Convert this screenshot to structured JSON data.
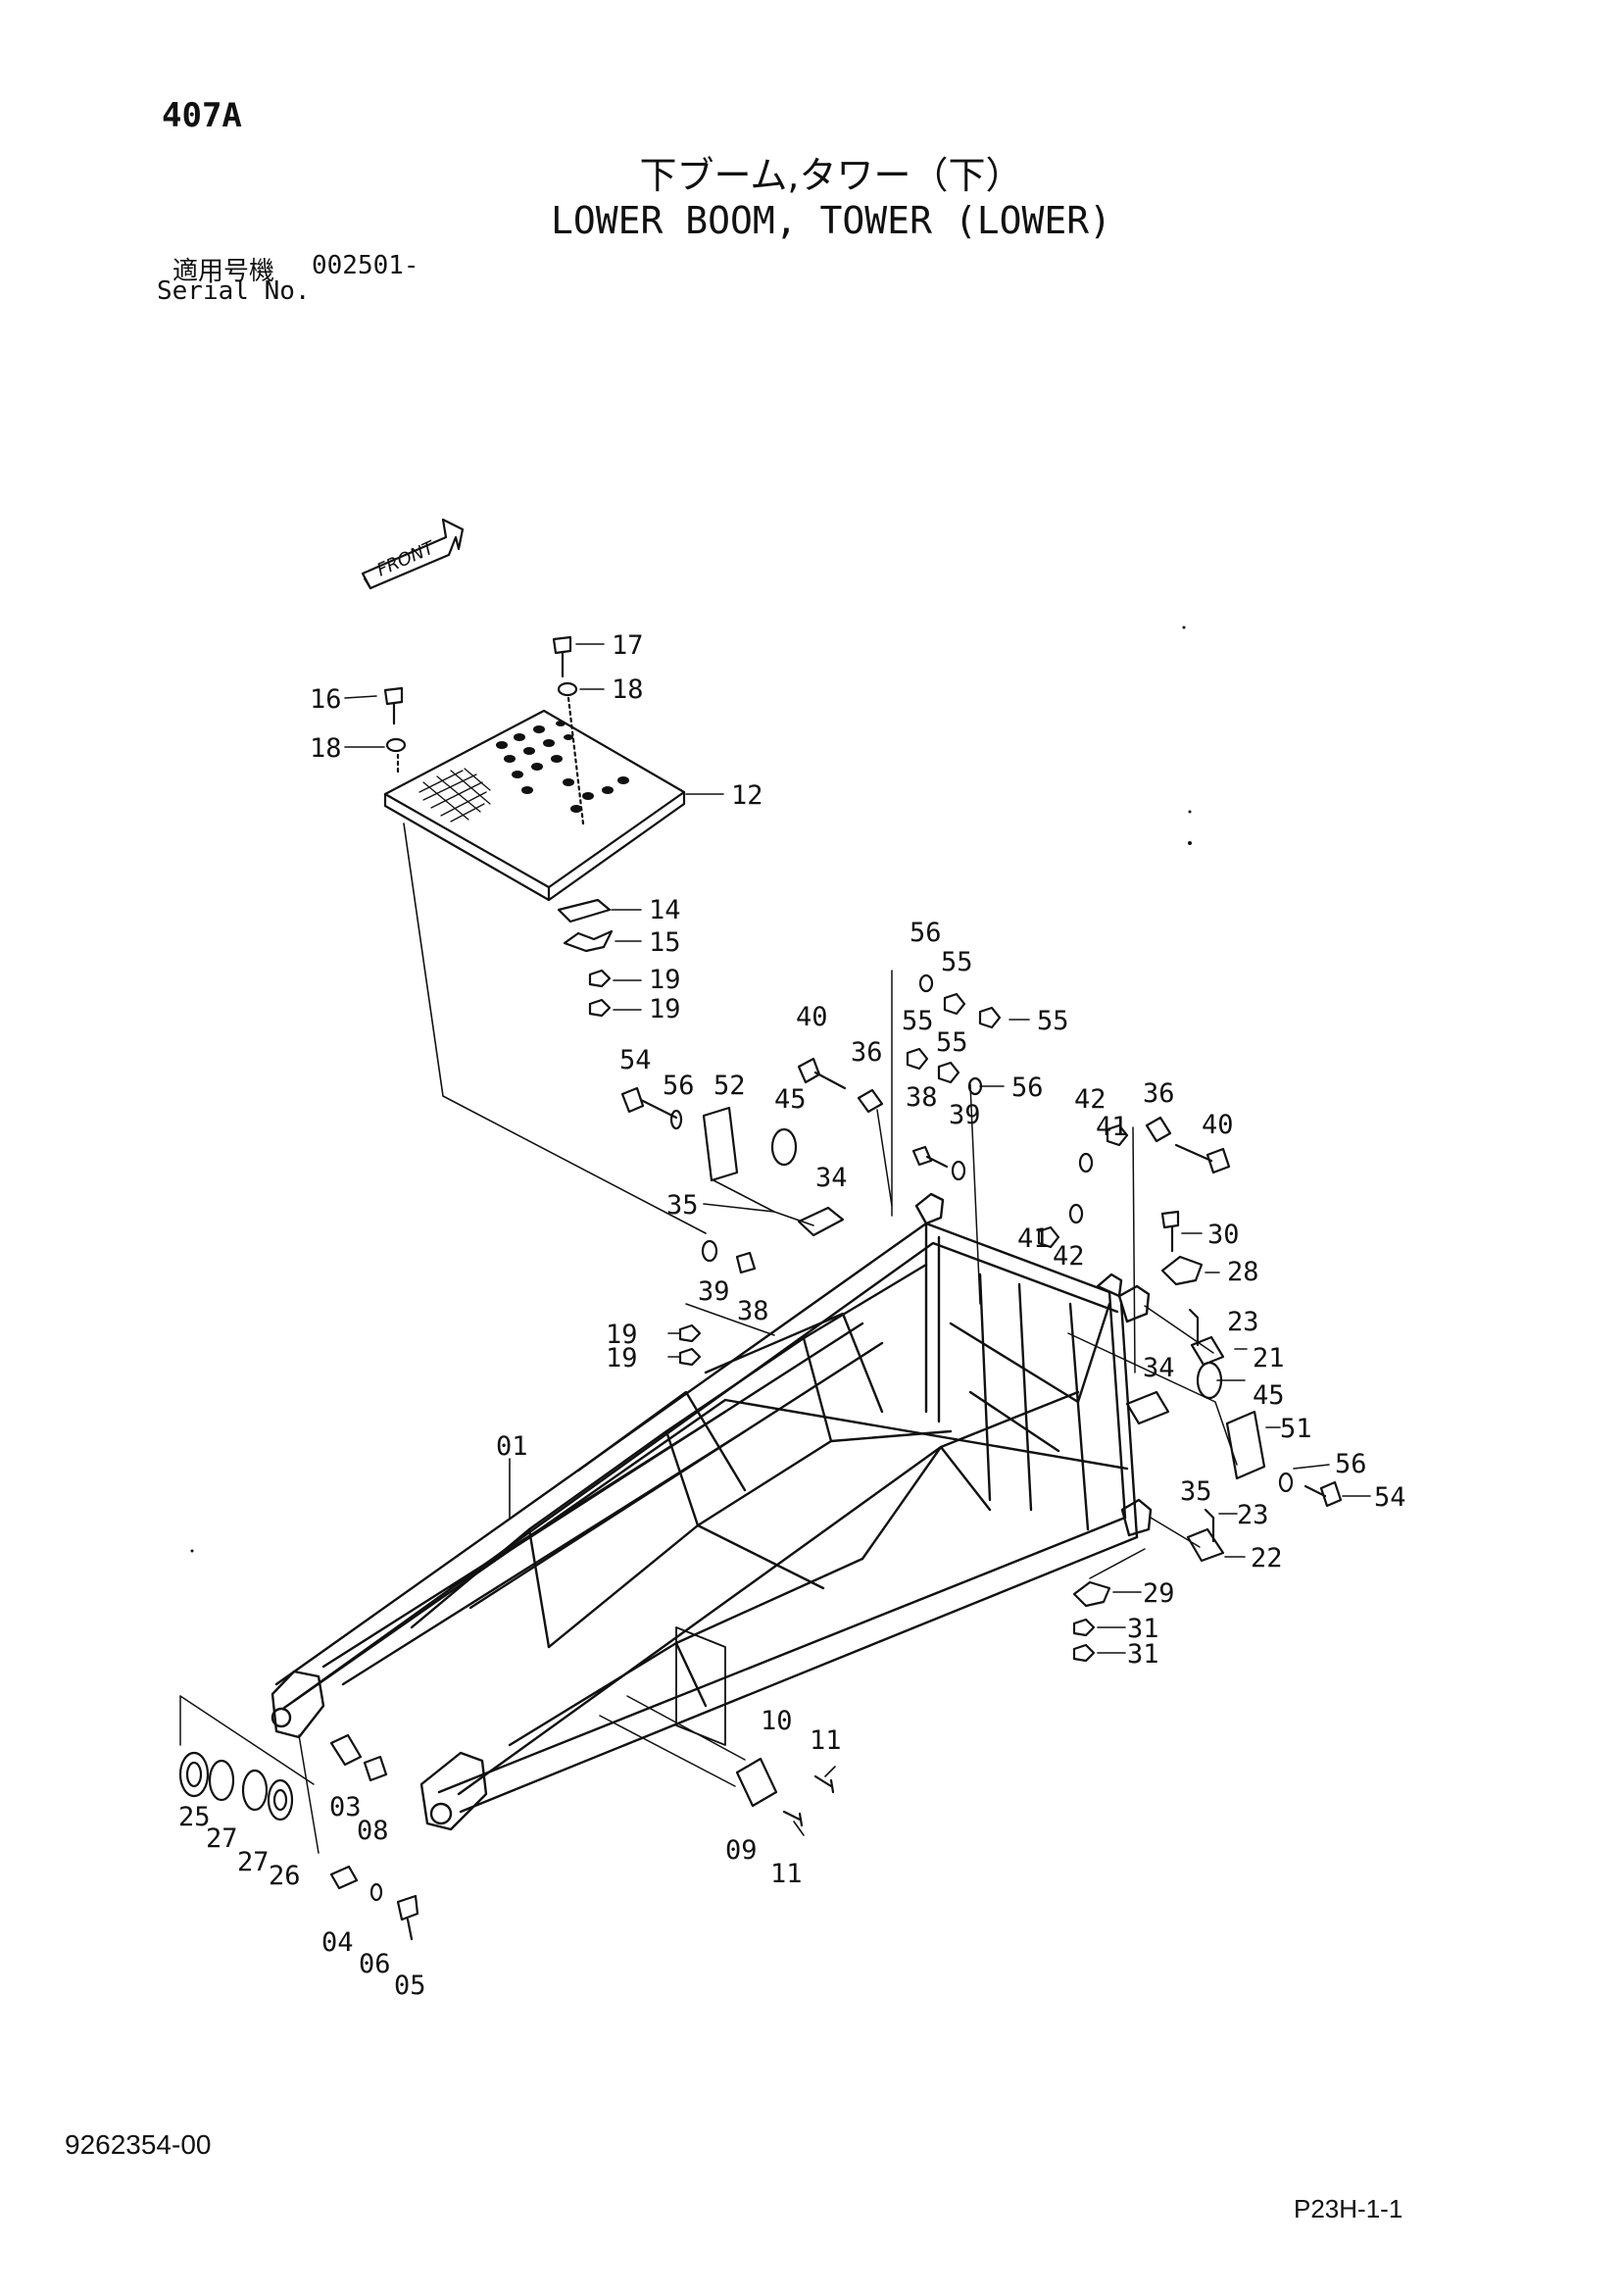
{
  "header": {
    "page_number": "407A",
    "title_jp": "下ブーム,タワー（下）",
    "title_en": "LOWER BOOM, TOWER (LOWER)",
    "serial_label_jp": "適用号機",
    "serial_value": "002501-",
    "serial_label_en": "Serial No."
  },
  "footer": {
    "document_number": "9262354-00",
    "sheet_reference": "P23H-1-1"
  },
  "front_marker": "FRONT",
  "callouts": [
    {
      "id": "c17a",
      "text": "17"
    },
    {
      "id": "c18a",
      "text": "18"
    },
    {
      "id": "c16",
      "text": "16"
    },
    {
      "id": "c18b",
      "text": "18"
    },
    {
      "id": "c12",
      "text": "12"
    },
    {
      "id": "c14",
      "text": "14"
    },
    {
      "id": "c15",
      "text": "15"
    },
    {
      "id": "c19a",
      "text": "19"
    },
    {
      "id": "c19b",
      "text": "19"
    },
    {
      "id": "c56a",
      "text": "56"
    },
    {
      "id": "c55a",
      "text": "55"
    },
    {
      "id": "c55b",
      "text": "55"
    },
    {
      "id": "c55c",
      "text": "55"
    },
    {
      "id": "c55d",
      "text": "55"
    },
    {
      "id": "c40a",
      "text": "40"
    },
    {
      "id": "c36a",
      "text": "36"
    },
    {
      "id": "c54a",
      "text": "54"
    },
    {
      "id": "c56b",
      "text": "56"
    },
    {
      "id": "c52",
      "text": "52"
    },
    {
      "id": "c45a",
      "text": "45"
    },
    {
      "id": "c38a",
      "text": "38"
    },
    {
      "id": "c39a",
      "text": "39"
    },
    {
      "id": "c56c",
      "text": "56"
    },
    {
      "id": "c42a",
      "text": "42"
    },
    {
      "id": "c41a",
      "text": "41"
    },
    {
      "id": "c36b",
      "text": "36"
    },
    {
      "id": "c40b",
      "text": "40"
    },
    {
      "id": "c35a",
      "text": "35"
    },
    {
      "id": "c34a",
      "text": "34"
    },
    {
      "id": "c41b",
      "text": "41"
    },
    {
      "id": "c42b",
      "text": "42"
    },
    {
      "id": "c30",
      "text": "30"
    },
    {
      "id": "c28",
      "text": "28"
    },
    {
      "id": "c39b",
      "text": "39"
    },
    {
      "id": "c38b",
      "text": "38"
    },
    {
      "id": "c19c",
      "text": "19"
    },
    {
      "id": "c19d",
      "text": "19"
    },
    {
      "id": "c23a",
      "text": "23"
    },
    {
      "id": "c21",
      "text": "21"
    },
    {
      "id": "c34b",
      "text": "34"
    },
    {
      "id": "c45b",
      "text": "45"
    },
    {
      "id": "c51",
      "text": "51"
    },
    {
      "id": "c01",
      "text": "01"
    },
    {
      "id": "c56d",
      "text": "56"
    },
    {
      "id": "c54b",
      "text": "54"
    },
    {
      "id": "c35b",
      "text": "35"
    },
    {
      "id": "c23b",
      "text": "23"
    },
    {
      "id": "c22",
      "text": "22"
    },
    {
      "id": "c29",
      "text": "29"
    },
    {
      "id": "c31a",
      "text": "31"
    },
    {
      "id": "c31b",
      "text": "31"
    },
    {
      "id": "c10",
      "text": "10"
    },
    {
      "id": "c11a",
      "text": "11"
    },
    {
      "id": "c25",
      "text": "25"
    },
    {
      "id": "c03",
      "text": "03"
    },
    {
      "id": "c08",
      "text": "08"
    },
    {
      "id": "c27a",
      "text": "27"
    },
    {
      "id": "c27b",
      "text": "27"
    },
    {
      "id": "c26",
      "text": "26"
    },
    {
      "id": "c09",
      "text": "09"
    },
    {
      "id": "c11b",
      "text": "11"
    },
    {
      "id": "c04",
      "text": "04"
    },
    {
      "id": "c06",
      "text": "06"
    },
    {
      "id": "c05",
      "text": "05"
    }
  ]
}
